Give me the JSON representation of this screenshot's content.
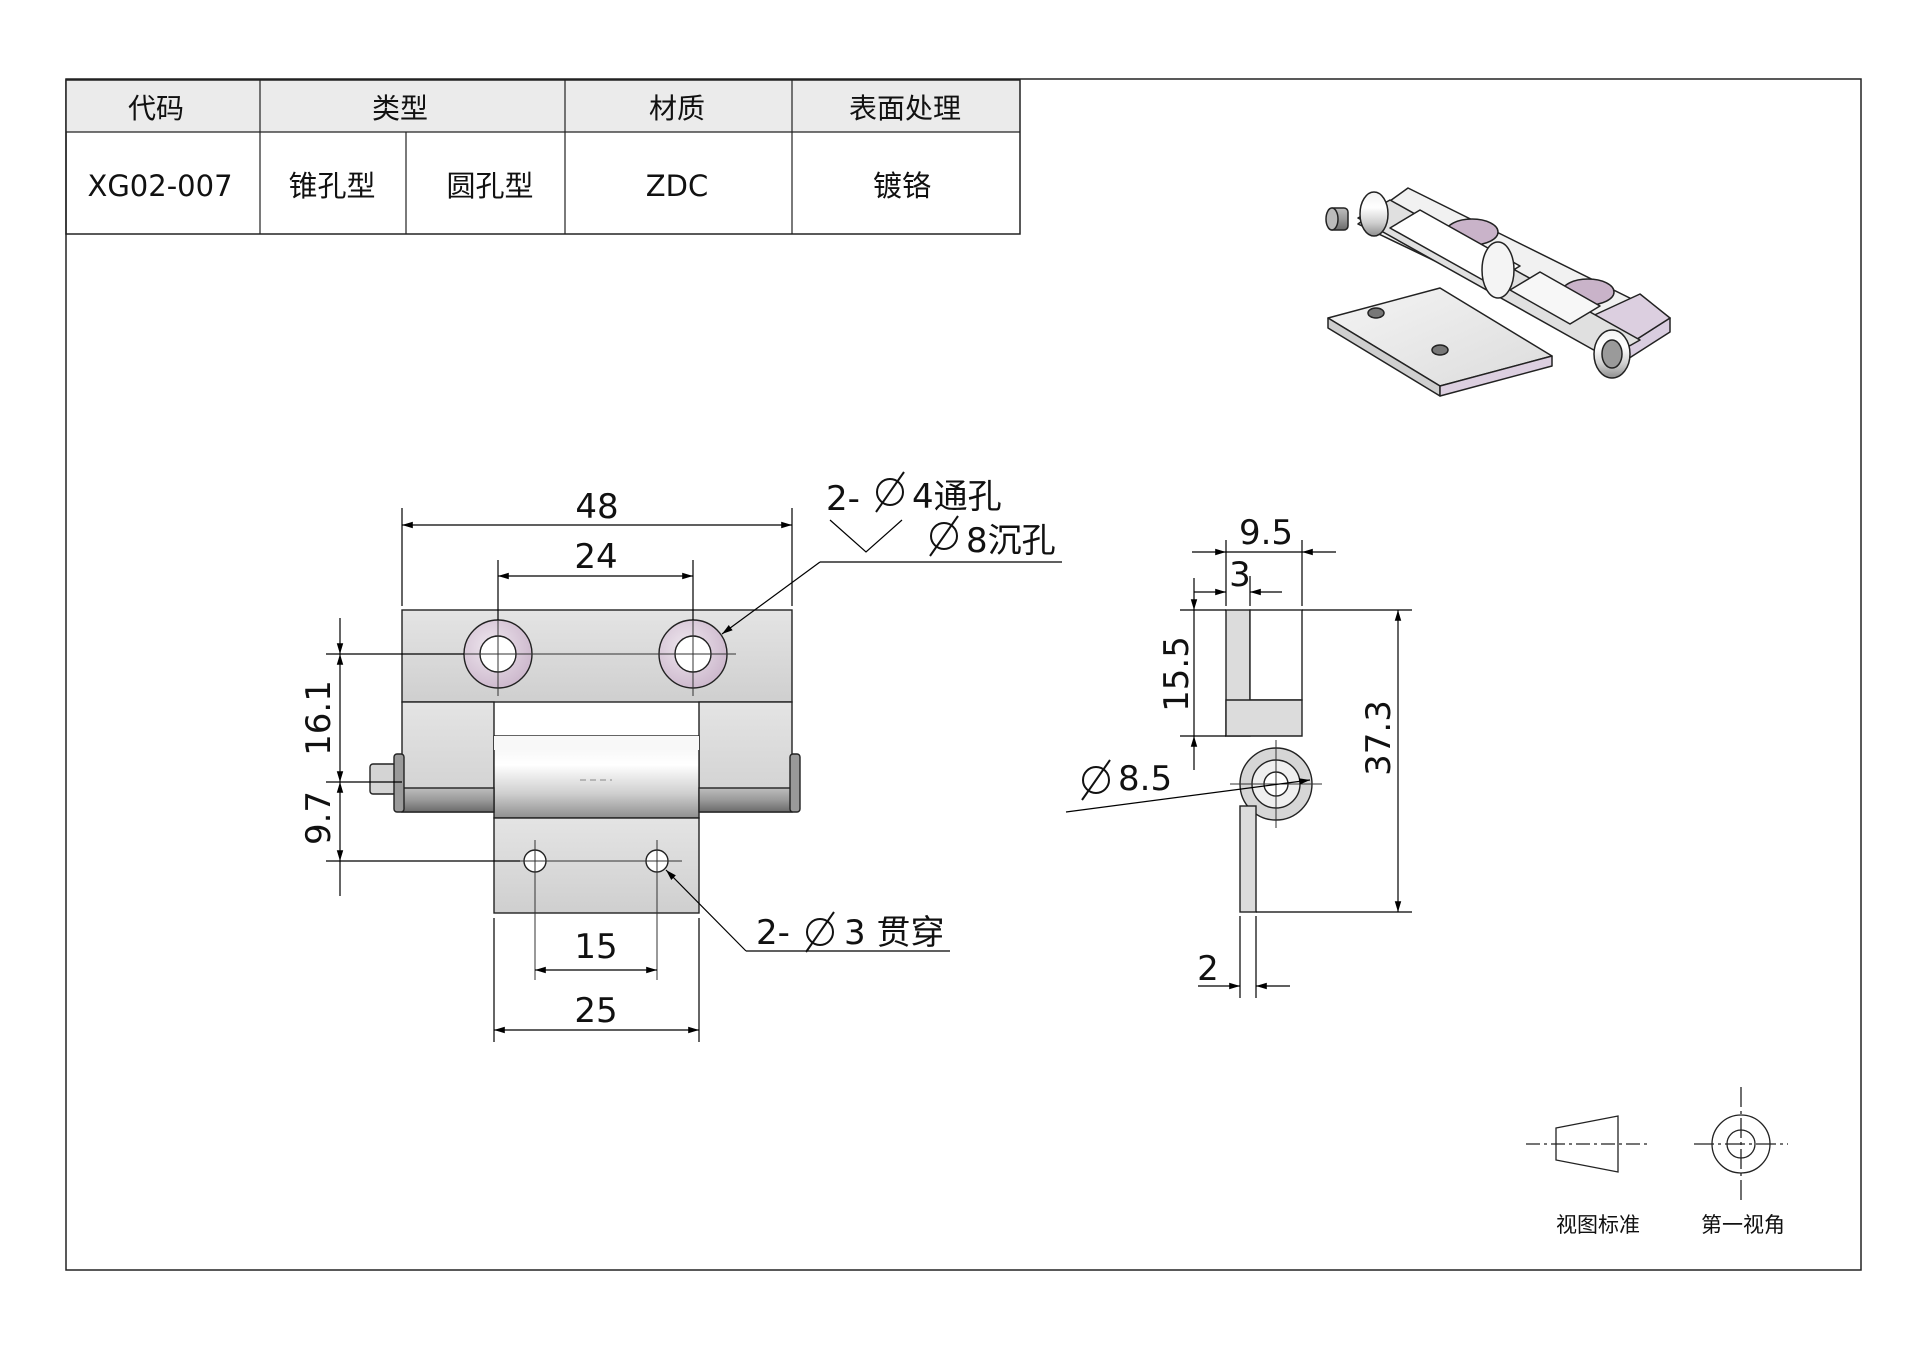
{
  "table": {
    "headers": [
      "代码",
      "类型",
      "材质",
      "表面处理"
    ],
    "code": "XG02-007",
    "type_options": [
      "锥孔型",
      "圆孔型"
    ],
    "material": "ZDC",
    "finish": "镀铬"
  },
  "front_view": {
    "dim_overall_width": "48",
    "dim_hole_spacing_top": "24",
    "dim_hole_spacing_bottom": "15",
    "dim_leaf_width": "25",
    "dim_hole_to_pin": "16.1",
    "dim_pin_to_hole": "9.7",
    "note_countersink_prefix": "2-",
    "note_countersink_through": "4通孔",
    "note_countersink_sink": "8沉孔",
    "note_through_hole_prefix": "2-",
    "note_through_hole": "3 贯穿"
  },
  "side_view": {
    "dim_top_width": "9.5",
    "dim_leaf_thickness_top": "3",
    "dim_upper_height": "15.5",
    "dim_total_height": "37.3",
    "dim_knuckle_dia": "8.5",
    "dim_leaf_thickness_bottom": "2"
  },
  "legend": {
    "view_standard": "视图标准",
    "first_angle": "第一视角"
  }
}
